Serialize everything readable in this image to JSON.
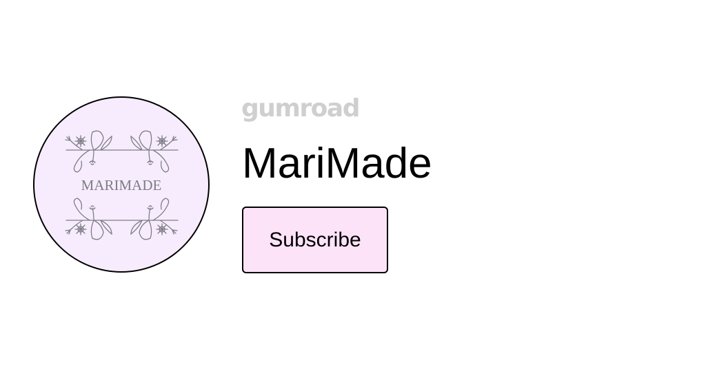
{
  "profile": {
    "avatar_text": "MARIMADE",
    "avatar_icon": "floral-wreath-logo"
  },
  "brand": {
    "name": "GUMROAD"
  },
  "creator": {
    "name": "MariMade"
  },
  "actions": {
    "subscribe_label": "Subscribe"
  },
  "colors": {
    "brand_gray": "#cfcfcf",
    "avatar_bg": "#f7ecfd",
    "button_bg": "#fde3f8",
    "ornament": "#7d7d85"
  }
}
